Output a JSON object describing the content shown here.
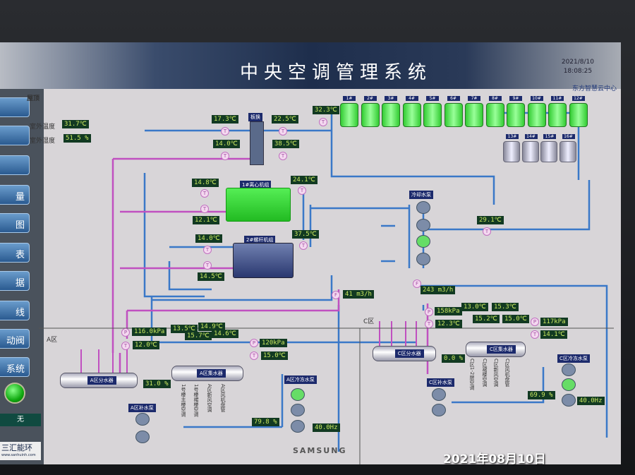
{
  "header": {
    "title": "中央空调管理系统",
    "date": "2021/8/10",
    "time": "18:08:25",
    "org": "东方智慧云中心"
  },
  "sidebar": {
    "buttons": [
      "",
      "",
      "",
      "量",
      "图",
      "表",
      "据",
      "线",
      "动阀",
      "系统"
    ],
    "status": "无",
    "logo": "三汇能环",
    "logo_url": "www.sanhuinh.com"
  },
  "roof": {
    "title": "屋顶",
    "outdoor_temp_label": "室外温度",
    "outdoor_temp": "31.7℃",
    "outdoor_hum_label": "室外湿度",
    "outdoor_hum": "51.5 %"
  },
  "plate_hx": {
    "label": "板换",
    "t1": "17.3℃",
    "t2": "22.5℃",
    "t3": "14.0℃",
    "t4": "38.5℃"
  },
  "tower_supply_temp": "32.3℃",
  "towers_on": [
    "1#",
    "2#",
    "3#",
    "4#",
    "5#",
    "6#",
    "7#",
    "8#",
    "9#",
    "10#",
    "11#",
    "12#"
  ],
  "towers_off": [
    "13#",
    "14#",
    "15#",
    "16#"
  ],
  "chiller1": {
    "label": "1#离心机组",
    "t_in": "14.8℃",
    "t_out": "12.1℃",
    "t_cond": "24.1℃"
  },
  "chiller2": {
    "label": "2#螺杆机组",
    "t_in": "14.0℃",
    "t_out": "14.5℃",
    "t_cond": "37.5℃"
  },
  "cooling_pump": {
    "label": "冷却水泵",
    "temp": "29.1℃"
  },
  "flows": {
    "f1": "41 m3/h",
    "f2": "243 m3/h"
  },
  "zoneA": {
    "title": "A区",
    "p_supply": "116.0kPa",
    "t_supply": "12.0℃",
    "t1": "13.5℃",
    "t2": "15.7℃",
    "t3": "14.9℃",
    "t4": "14.6℃",
    "p_return": "120kPa",
    "t_return": "15.0℃",
    "divider": "A区分水器",
    "collector": "A区集水器",
    "valve": "31.0 %",
    "makeup": "A区补水泵",
    "chw_pump": "A区冷冻水泵",
    "valve2": "79.8 %",
    "freq": "40.0Hz",
    "branches": [
      "1号楼主楼空调",
      "1号楼裙楼空调",
      "A区新风空调",
      "A区风机盘管"
    ]
  },
  "zoneC": {
    "title": "C区",
    "p_supply": "158kPa",
    "t_supply": "12.3℃",
    "t1": "13.0℃",
    "t2": "15.2℃",
    "t3": "15.3℃",
    "t4": "15.0℃",
    "p_return": "117kPa",
    "t_return": "14.1℃",
    "divider": "C区分水器",
    "collector": "C区集水器",
    "valve": "0.0 %",
    "makeup": "C区补水泵",
    "chw_pump": "C区冷冻水泵",
    "valve2": "69.9 %",
    "freq": "40.0Hz",
    "branches": [
      "C区1-2层空调",
      "C区裙楼空调",
      "C区新风空调",
      "C区风机盘管"
    ]
  },
  "monitor_brand": "SAMSUNG",
  "photo_date": "2021年08月10日"
}
